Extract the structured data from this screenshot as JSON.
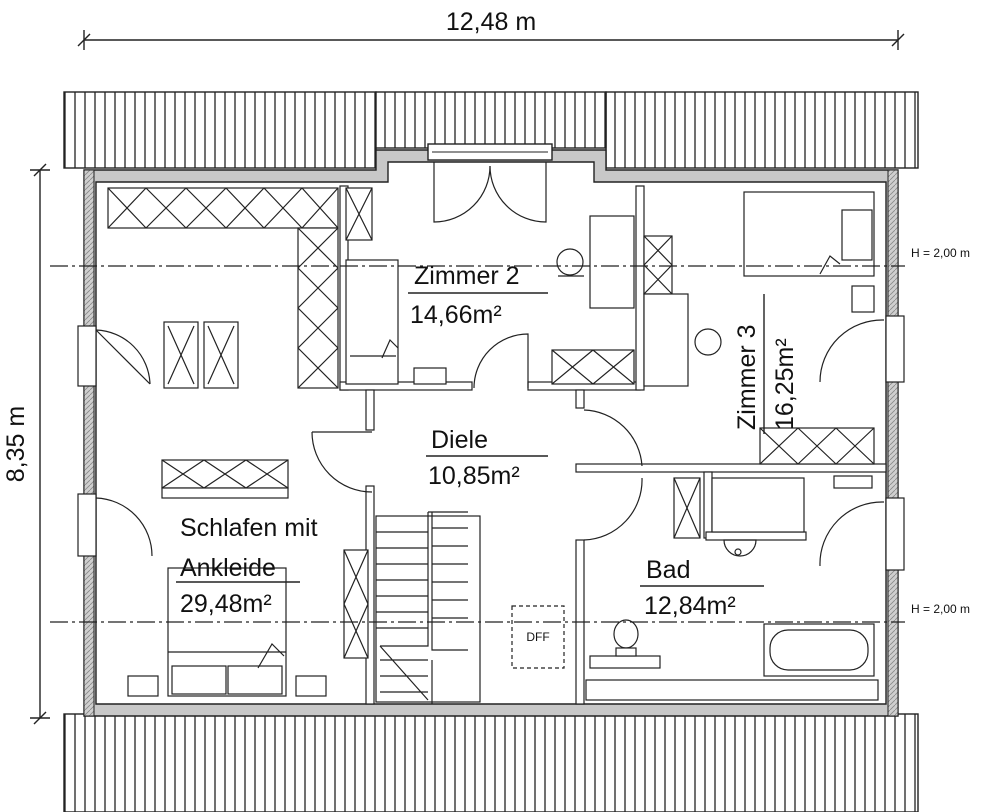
{
  "dimensions": {
    "width": "12,48 m",
    "height": "8,35 m"
  },
  "height_lines": [
    {
      "label": "H = 2,00 m"
    },
    {
      "label": "H = 2,00 m"
    }
  ],
  "rooms": {
    "zimmer2": {
      "name": "Zimmer 2",
      "area": "14,66m²"
    },
    "zimmer3": {
      "name": "Zimmer 3",
      "area": "16,25m²"
    },
    "diele": {
      "name": "Diele",
      "area": "10,85m²"
    },
    "schlafen": {
      "name_line1": "Schlafen mit",
      "name_line2": "Ankleide",
      "area": "29,48m²"
    },
    "bad": {
      "name": "Bad",
      "area": "12,84m²"
    }
  },
  "dff_label": "DFF"
}
